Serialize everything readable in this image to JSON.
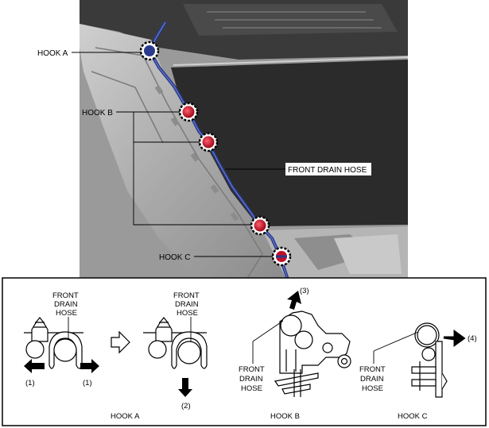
{
  "upper_labels": {
    "hook_a": "HOOK A",
    "hook_b": "HOOK B",
    "hook_c": "HOOK C",
    "front_drain_hose": "FRONT DRAIN HOSE"
  },
  "detail": {
    "hose_label_lines": [
      "FRONT",
      "DRAIN",
      "HOSE"
    ],
    "step_1": "(1)",
    "step_2": "(2)",
    "step_3": "(3)",
    "step_4": "(4)",
    "caption_a": "HOOK A",
    "caption_b": "HOOK B",
    "caption_c": "HOOK C"
  },
  "colors": {
    "hose": "#2a3a8c",
    "hook_b_marker": "#c0102a",
    "panel_dark": "#2b2b2b"
  }
}
